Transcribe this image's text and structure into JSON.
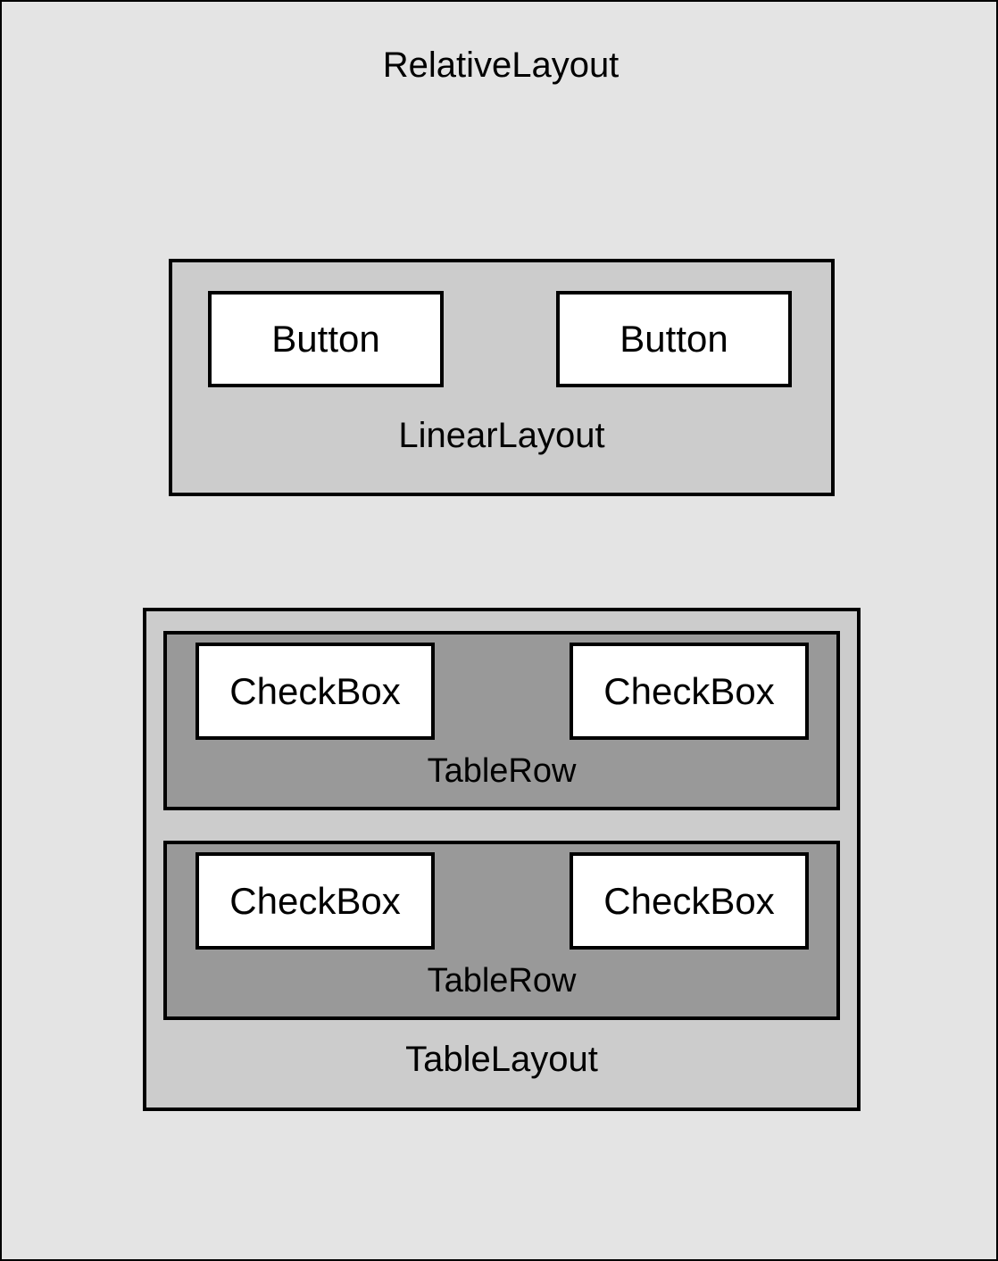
{
  "diagram": {
    "title": "RelativeLayout",
    "colors": {
      "root_fill": "#e4e4e4",
      "group_fill": "#cccccc",
      "row_fill": "#999999",
      "widget_fill": "#ffffff",
      "stroke": "#000000"
    },
    "root": {
      "type_label": "RelativeLayout"
    },
    "linear_layout": {
      "type_label": "LinearLayout",
      "buttons": [
        {
          "label": "Button"
        },
        {
          "label": "Button"
        }
      ]
    },
    "table_layout": {
      "type_label": "TableLayout",
      "rows": [
        {
          "type_label": "TableRow",
          "checkboxes": [
            {
              "label": "CheckBox"
            },
            {
              "label": "CheckBox"
            }
          ]
        },
        {
          "type_label": "TableRow",
          "checkboxes": [
            {
              "label": "CheckBox"
            },
            {
              "label": "CheckBox"
            }
          ]
        }
      ]
    }
  }
}
